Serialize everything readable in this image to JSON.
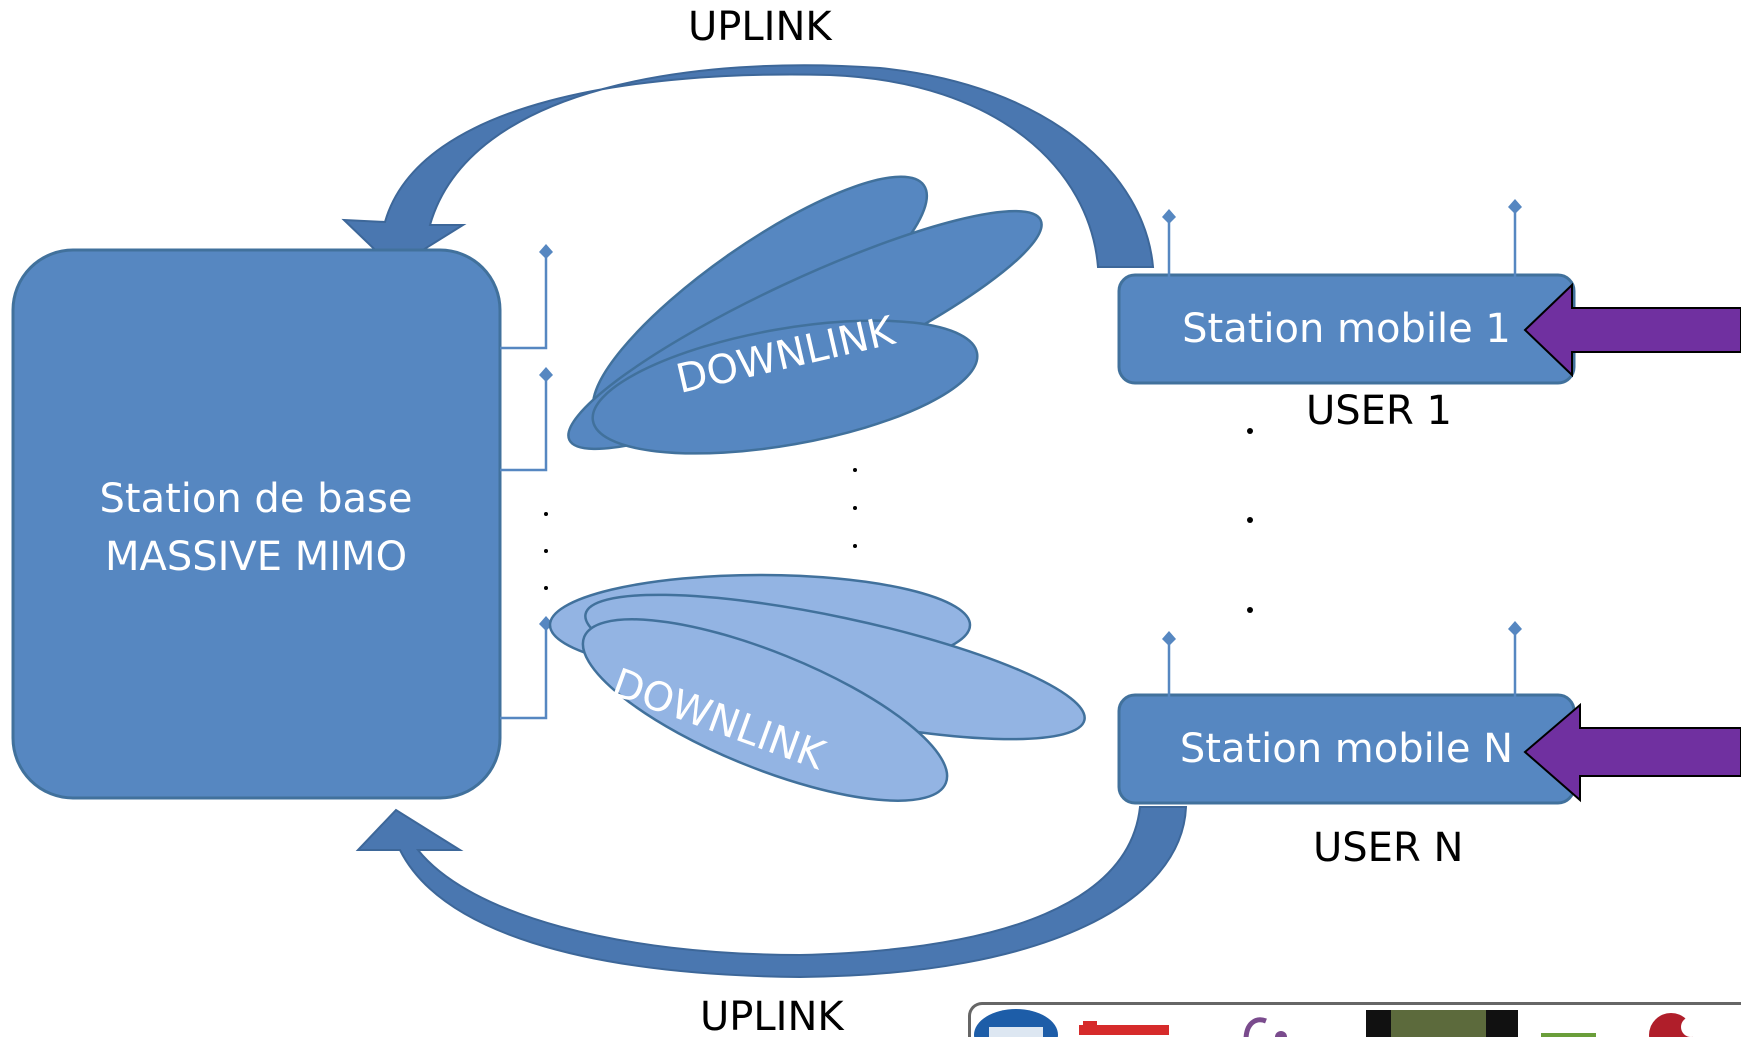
{
  "base_station": {
    "line1": "Station de base",
    "line2": "MASSIVE MIMO"
  },
  "mobile_stations": [
    {
      "label": "Station mobile 1",
      "user": "USER 1"
    },
    {
      "label": "Station mobile N",
      "user": "USER N"
    }
  ],
  "links": {
    "uplink_top": "UPLINK",
    "uplink_bottom": "UPLINK",
    "downlink_top": "DOWNLINK",
    "downlink_bottom": "DOWNLINK"
  },
  "colors": {
    "primary_blue": "#5687c1",
    "primary_blue_border": "#41719c",
    "light_blue": "#93b4e3",
    "dark_blue": "#3f6aa0",
    "input_arrow": "#7030a0"
  },
  "logos": [
    {
      "icon": "enpc-logo-icon"
    },
    {
      "icon": "institute-logo-icon"
    },
    {
      "icon": "partner-logo-icon"
    },
    {
      "icon": "university-logo-icon"
    },
    {
      "icon": "green-logo-icon"
    },
    {
      "icon": "red-emblem-icon"
    }
  ]
}
